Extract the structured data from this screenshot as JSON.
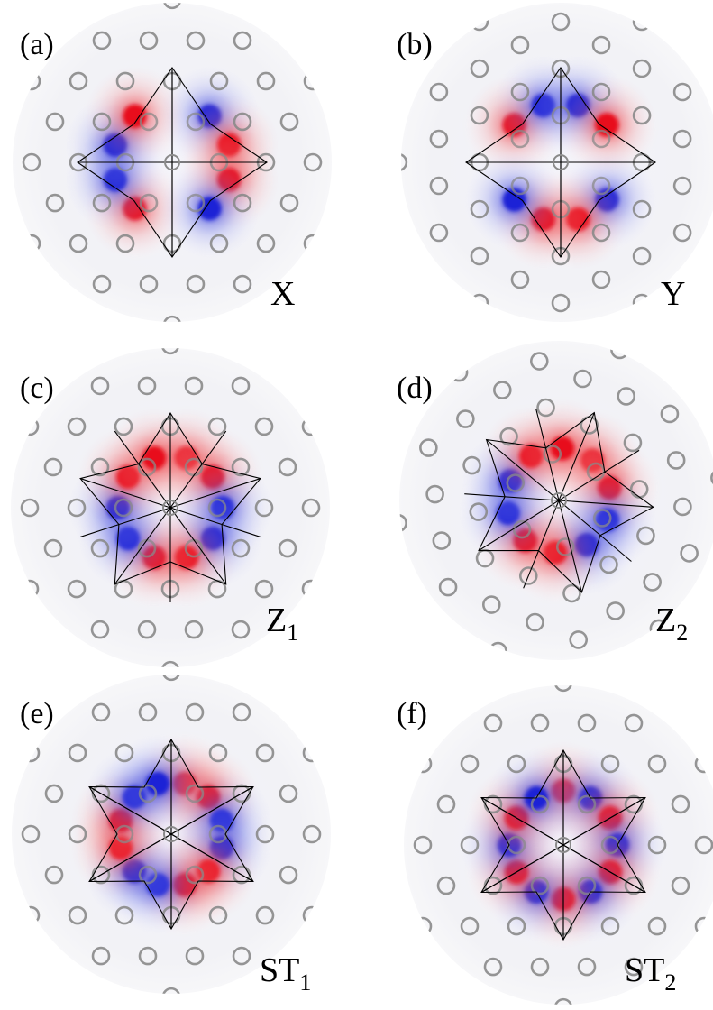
{
  "panels": [
    {
      "id": "a",
      "label": "(a)",
      "mode": "X",
      "sub": "",
      "n": 4,
      "pattern": "d2",
      "rot": 0
    },
    {
      "id": "b",
      "label": "(b)",
      "mode": "Y",
      "sub": "",
      "n": 4,
      "pattern": "d2",
      "rot": 90
    },
    {
      "id": "c",
      "label": "(c)",
      "mode": "Z",
      "sub": "1",
      "n": 5,
      "pattern": "m4",
      "rot": 0
    },
    {
      "id": "d",
      "label": "(d)",
      "mode": "Z",
      "sub": "2",
      "n": 5,
      "pattern": "m4",
      "rot": 22
    },
    {
      "id": "e",
      "label": "(e)",
      "mode": "ST",
      "sub": "1",
      "n": 6,
      "pattern": "m4",
      "rot": 0
    },
    {
      "id": "f",
      "label": "(f)",
      "mode": "ST",
      "sub": "2",
      "n": 6,
      "pattern": "m8",
      "rot": 0
    }
  ],
  "colors": {
    "positive": "#e8101a",
    "negative": "#1b24d6",
    "hole": "#8a8a8a",
    "lines": "#000000",
    "background": "#ffffff"
  }
}
